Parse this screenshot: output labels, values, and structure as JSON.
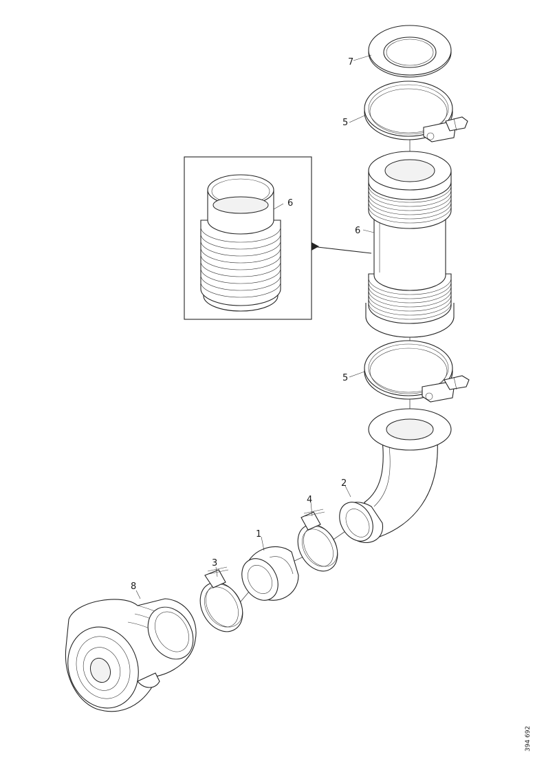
{
  "diagram": {
    "labels": {
      "part_1": "1",
      "part_2": "2",
      "part_3": "3",
      "part_4": "4",
      "part_5_upper": "5",
      "part_5_lower": "5",
      "part_6_main": "6",
      "part_6_inset": "6",
      "part_7": "7",
      "part_8": "8"
    },
    "reference_code": "394 692"
  }
}
